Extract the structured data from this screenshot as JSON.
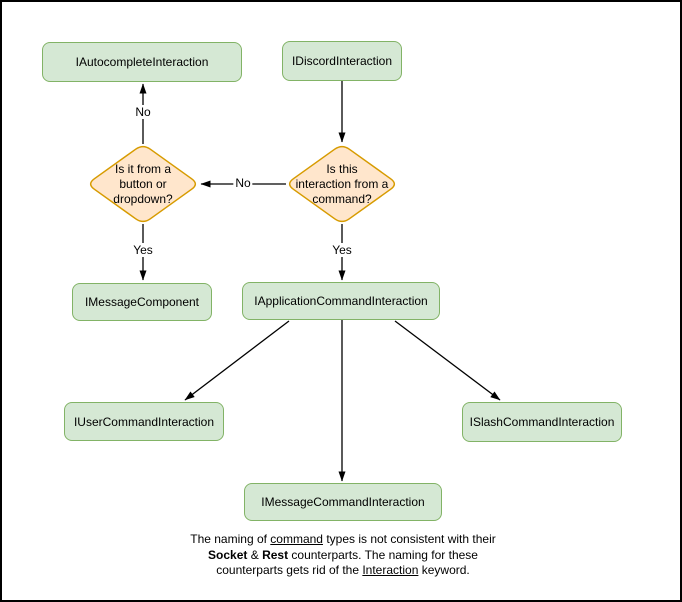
{
  "colors": {
    "canvas_bg": "#ffffff",
    "canvas_border": "#000000",
    "node_fill": "#d5e8d4",
    "node_stroke": "#82b366",
    "decision_fill": "#ffe6cc",
    "decision_stroke": "#d79b00",
    "arrow": "#000000",
    "text": "#000000"
  },
  "nodes": {
    "autocomplete": {
      "label": "IAutocompleteInteraction"
    },
    "discord": {
      "label": "IDiscordInteraction"
    },
    "message_component": {
      "label": "IMessageComponent"
    },
    "application_command": {
      "label": "IApplicationCommandInteraction"
    },
    "user_command": {
      "label": "IUserCommandInteraction"
    },
    "slash_command": {
      "label": "ISlashCommandInteraction"
    },
    "message_command": {
      "label": "IMessageCommandInteraction"
    }
  },
  "decisions": {
    "button_dropdown": {
      "lines": [
        "Is it from a",
        "button or",
        "dropdown?"
      ]
    },
    "from_command": {
      "lines": [
        "Is this",
        "interaction from a",
        "command?"
      ]
    }
  },
  "edge_labels": {
    "no_up": "No",
    "no_left": "No",
    "yes_left": "Yes",
    "yes_right": "Yes"
  },
  "note": {
    "line1": {
      "pre": "The naming of ",
      "underline": "command",
      "post": " types is not consistent with their"
    },
    "line2": {
      "bold1": "Socket",
      "mid": " & ",
      "bold2": "Rest",
      "post": " counterparts. The naming for these"
    },
    "line3": {
      "pre": "counterparts gets rid of the ",
      "underline": "Interaction",
      "post": " keyword."
    }
  }
}
